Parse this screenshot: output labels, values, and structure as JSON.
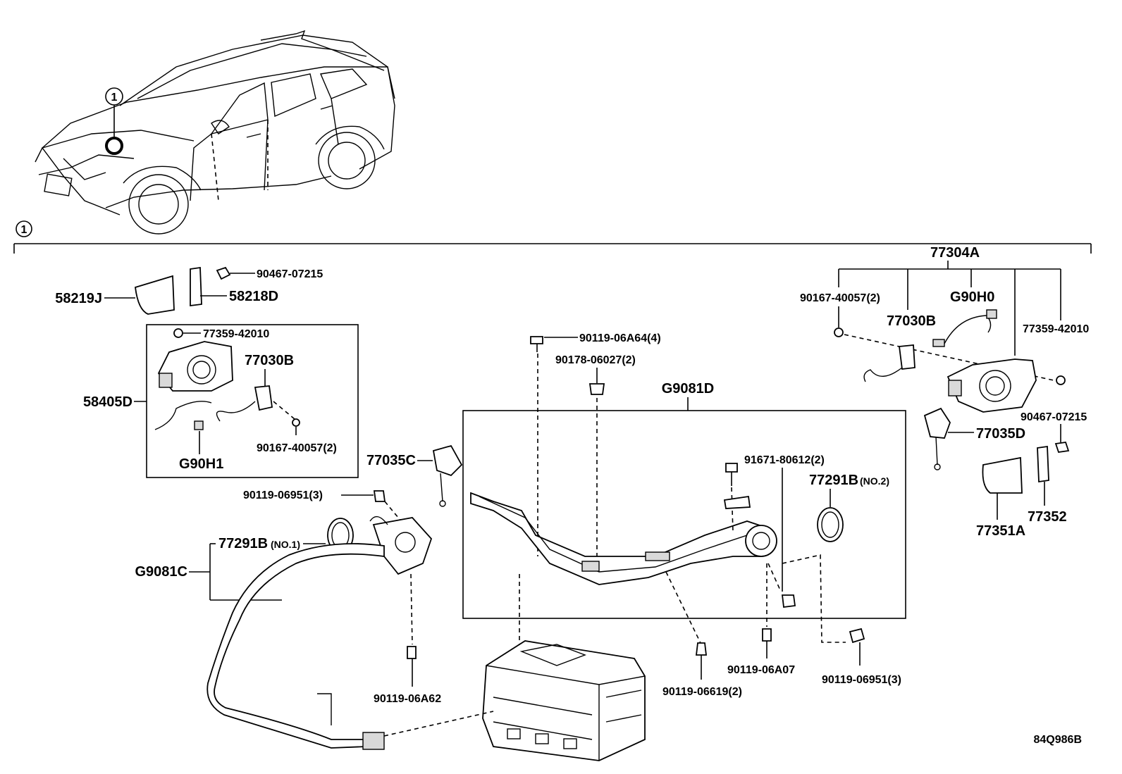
{
  "callout": "1",
  "diagram_code": "84Q986B",
  "labels": {
    "p77304A": "77304A",
    "p90167_r": "90167-40057(2)",
    "p77030B_r": "77030B",
    "pG90H0": "G90H0",
    "p77359_r": "77359-42010",
    "p90467_r": "90467-07215",
    "p77035D": "77035D",
    "p77351A": "77351A",
    "p77352": "77352",
    "p90467_l": "90467-07215",
    "p58219J": "58219J",
    "p58218D": "58218D",
    "p77359_l": "77359-42010",
    "p77030B_l": "77030B",
    "p58405D": "58405D",
    "p90167_l": "90167-40057(2)",
    "pG90H1": "G90H1",
    "p90119_64": "90119-06A64(4)",
    "p90178": "90178-06027(2)",
    "pG9081D": "G9081D",
    "p77035C": "77035C",
    "p91671": "91671-80612(2)",
    "p77291B_2": "77291B",
    "no2": "(NO.2)",
    "p90119_951a": "90119-06951(3)",
    "p77291B_1": "77291B",
    "no1": "(NO.1)",
    "pG9081C": "G9081C",
    "p90119_62": "90119-06A62",
    "p90119_619": "90119-06619(2)",
    "p90119_07": "90119-06A07",
    "p90119_951b": "90119-06951(3)"
  }
}
